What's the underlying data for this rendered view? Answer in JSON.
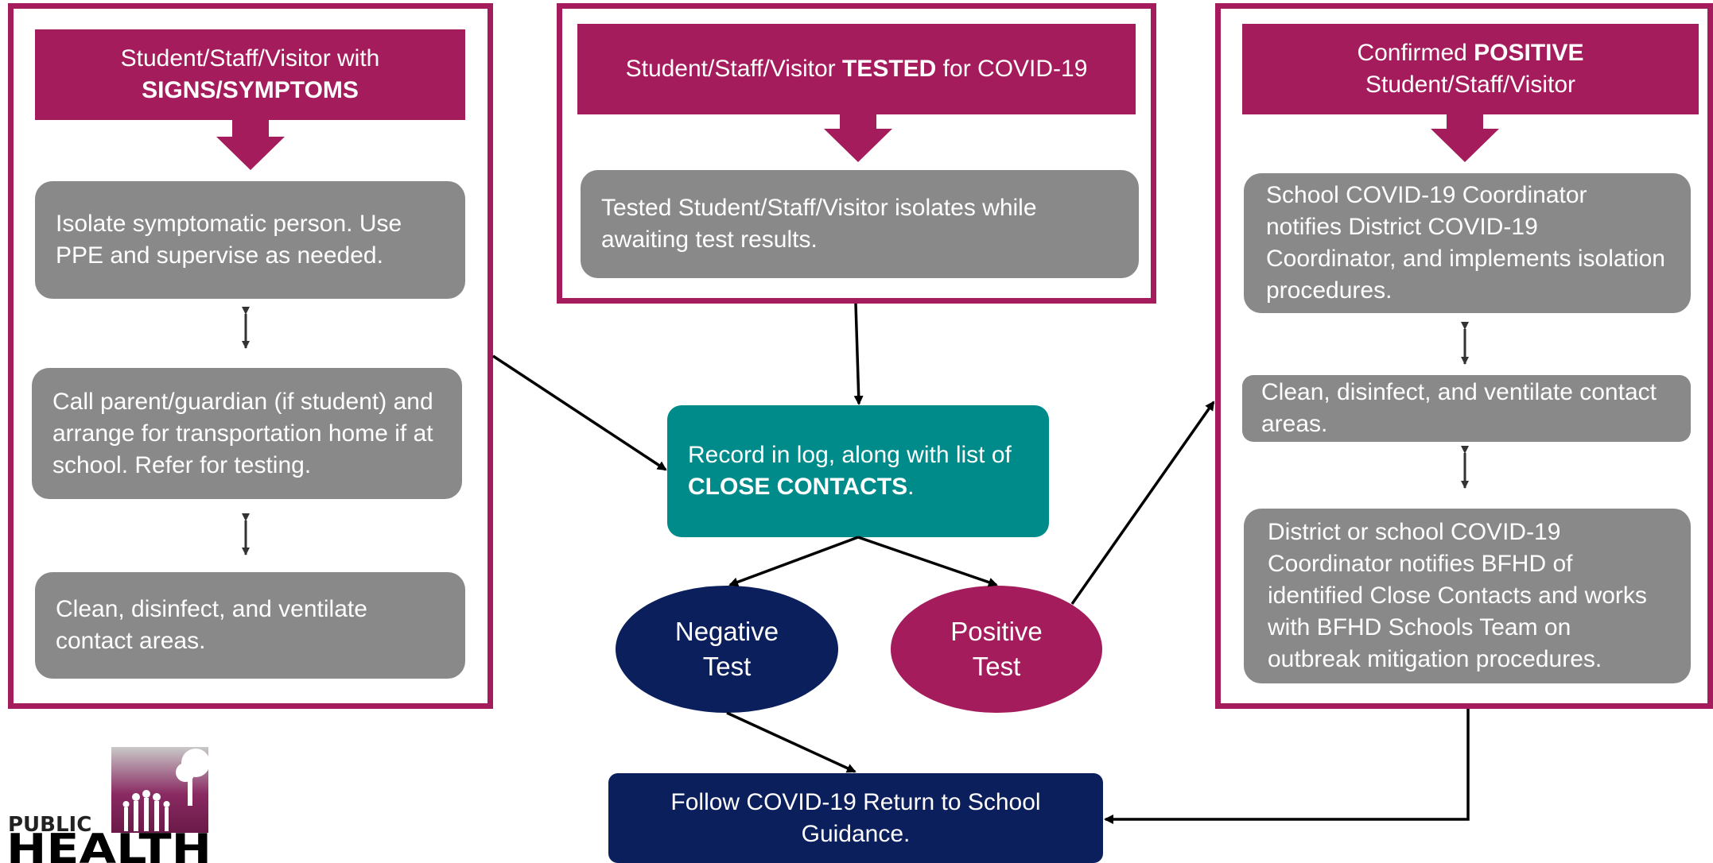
{
  "colors": {
    "magenta": "#a51c5d",
    "gray": "#898989",
    "teal": "#008b8b",
    "navy": "#0b1f5c"
  },
  "left": {
    "header_line1": "Student/Staff/Visitor with",
    "header_bold": "SIGNS/SYMPTOMS",
    "steps": [
      "Isolate symptomatic person. Use PPE and supervise as needed.",
      "Call parent/guardian (if student) and arrange for transportation home if at school. Refer for testing.",
      "Clean, disinfect, and ventilate contact areas."
    ]
  },
  "middle": {
    "header_pre": "Student/Staff/Visitor ",
    "header_bold": "TESTED",
    "header_post": " for COVID-19",
    "step": "Tested Student/Staff/Visitor isolates while awaiting test results."
  },
  "right": {
    "header_pre": "Confirmed ",
    "header_bold": "POSITIVE",
    "header_line2": "Student/Staff/Visitor",
    "steps": [
      "School COVID-19 Coordinator notifies District COVID-19  Coordinator, and implements isolation procedures.",
      "Clean, disinfect, and ventilate contact areas.",
      "District or school COVID-19 Coordinator notifies BFHD of identified Close Contacts and works with BFHD Schools Team on outbreak mitigation procedures."
    ]
  },
  "record": {
    "text_pre": "Record in log, along with list of ",
    "text_bold": "CLOSE CONTACTS",
    "text_post": "."
  },
  "negative": {
    "line1": "Negative",
    "line2": "Test"
  },
  "positive": {
    "line1": "Positive",
    "line2": "Test"
  },
  "follow": "Follow COVID-19 Return to School Guidance.",
  "logo": {
    "word1": "PUBLIC",
    "word2": "HEALTH"
  }
}
